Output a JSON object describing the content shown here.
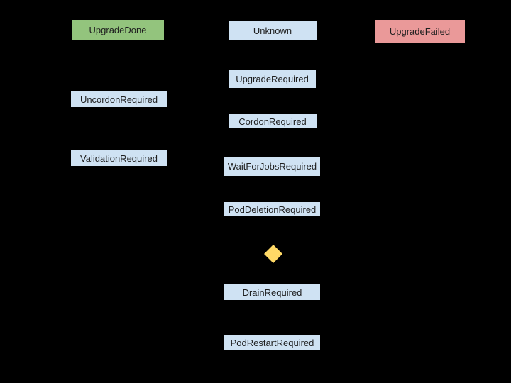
{
  "palette": {
    "background": "#000000",
    "text": "#1f1f1f",
    "done_green": "#93c47d",
    "state_blue": "#cfe2f3",
    "failed_red": "#ea9999",
    "decision_yellow": "#ffd966"
  },
  "nodes": {
    "upgrade_done": {
      "label": "UpgradeDone",
      "fill": "#93c47d"
    },
    "unknown": {
      "label": "Unknown",
      "fill": "#cfe2f3"
    },
    "upgrade_failed": {
      "label": "UpgradeFailed",
      "fill": "#ea9999"
    },
    "upgrade_required": {
      "label": "UpgradeRequired",
      "fill": "#cfe2f3"
    },
    "uncordon_required": {
      "label": "UncordonRequired",
      "fill": "#cfe2f3"
    },
    "cordon_required": {
      "label": "CordonRequired",
      "fill": "#cfe2f3"
    },
    "validation_required": {
      "label": "ValidationRequired",
      "fill": "#cfe2f3"
    },
    "wait_for_jobs": {
      "label": "WaitForJobsRequired",
      "fill": "#cfe2f3"
    },
    "pod_deletion": {
      "label": "PodDeletionRequired",
      "fill": "#cfe2f3"
    },
    "decision": {
      "shape": "diamond",
      "fill": "#ffd966"
    },
    "drain_required": {
      "label": "DrainRequired",
      "fill": "#cfe2f3"
    },
    "pod_restart": {
      "label": "PodRestartRequired",
      "fill": "#cfe2f3"
    }
  }
}
